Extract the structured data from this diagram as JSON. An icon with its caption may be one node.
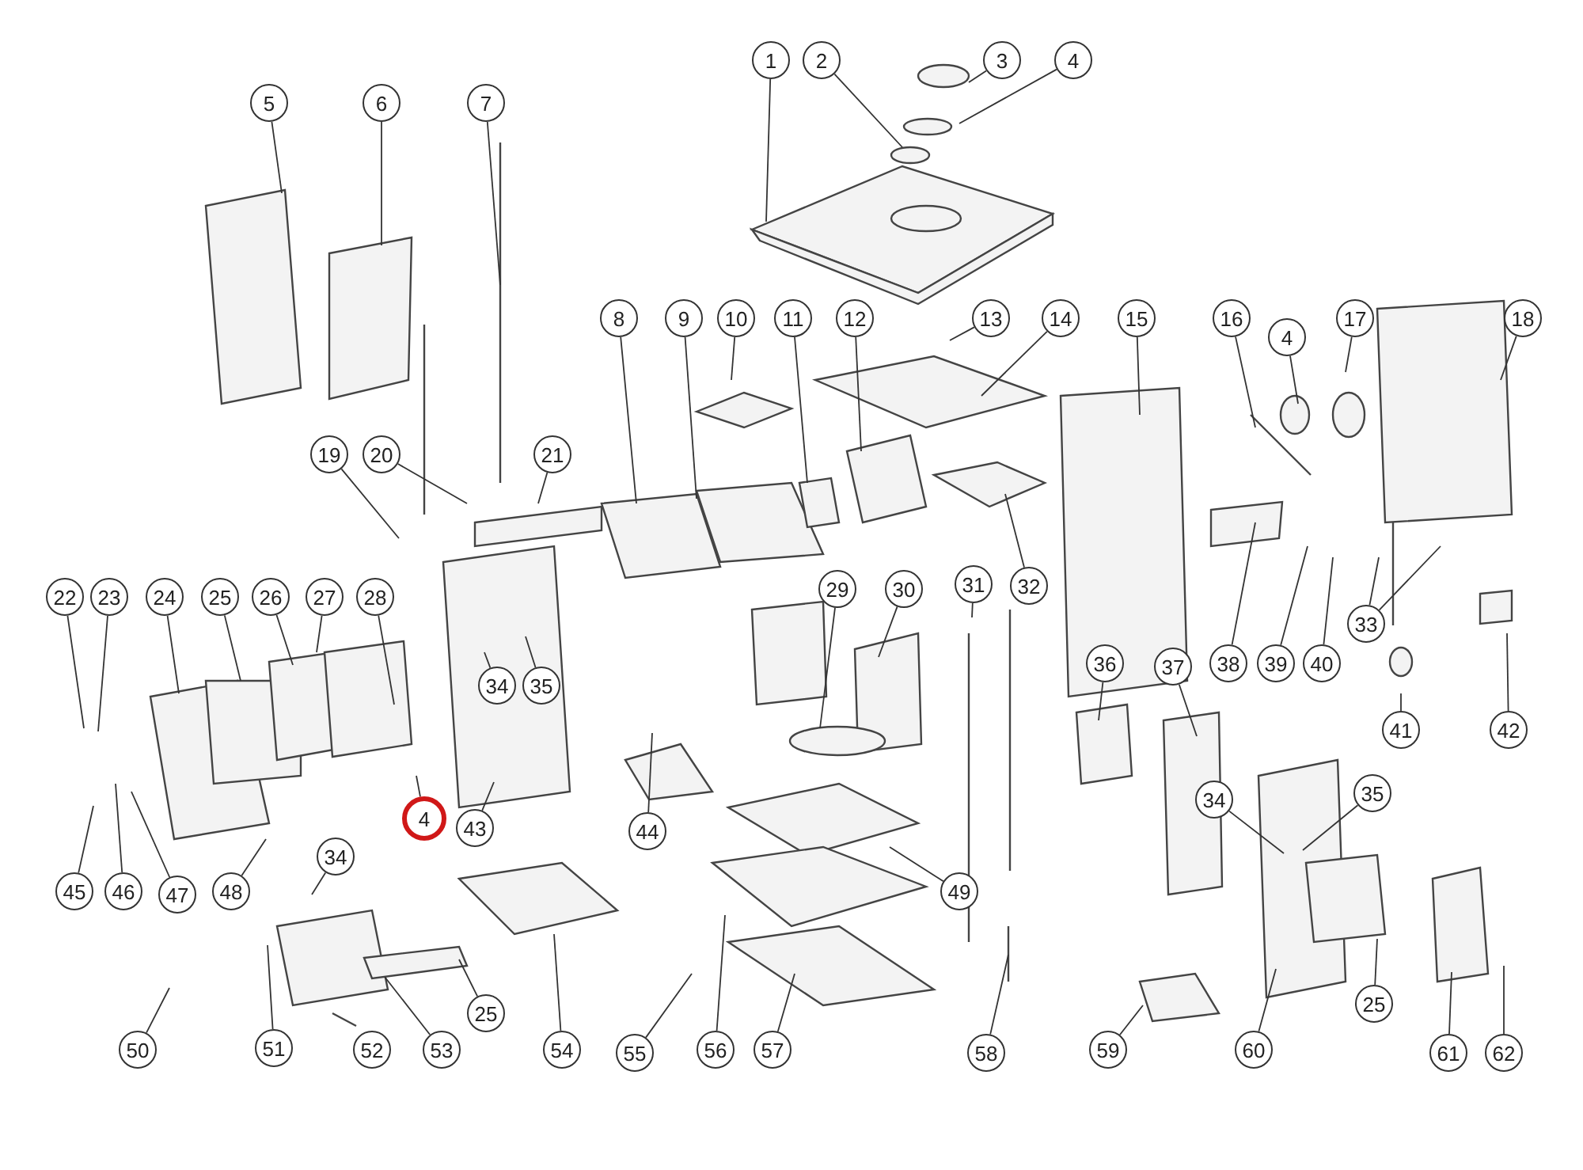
{
  "diagram": {
    "nodes": [
      {
        "text": [
          "1"
        ]
      },
      {
        "text": [
          "2"
        ]
      },
      {
        "text": [
          "3"
        ]
      },
      {
        "text": [
          "4"
        ]
      },
      {
        "text": [
          "5"
        ]
      },
      {
        "text": [
          "6"
        ]
      },
      {
        "text": [
          "7"
        ]
      },
      {
        "text": [
          "8"
        ]
      },
      {
        "text": [
          "9"
        ]
      },
      {
        "text": [
          "10"
        ]
      },
      {
        "text": [
          "11"
        ]
      },
      {
        "text": [
          "12"
        ]
      },
      {
        "text": [
          "13"
        ]
      },
      {
        "text": [
          "14"
        ]
      },
      {
        "text": [
          "15"
        ]
      },
      {
        "text": [
          "16"
        ]
      },
      {
        "text": [
          "4"
        ]
      },
      {
        "text": [
          "17"
        ]
      },
      {
        "text": [
          "18"
        ]
      },
      {
        "text": [
          "19"
        ]
      },
      {
        "text": [
          "20"
        ]
      },
      {
        "text": [
          "21"
        ]
      },
      {
        "text": [
          "22"
        ]
      },
      {
        "text": [
          "23"
        ]
      },
      {
        "text": [
          "24"
        ]
      },
      {
        "text": [
          "25"
        ]
      },
      {
        "text": [
          "26"
        ]
      },
      {
        "text": [
          "27"
        ]
      },
      {
        "text": [
          "28"
        ]
      },
      {
        "text": [
          "29"
        ]
      },
      {
        "text": [
          "30"
        ]
      },
      {
        "text": [
          "31"
        ]
      },
      {
        "text": [
          "32"
        ]
      },
      {
        "text": [
          "33"
        ]
      },
      {
        "text": [
          "38"
        ]
      },
      {
        "text": [
          "39"
        ]
      },
      {
        "text": [
          "40"
        ]
      },
      {
        "text": [
          "34"
        ]
      },
      {
        "text": [
          "35"
        ]
      },
      {
        "text": [
          "36"
        ]
      },
      {
        "text": [
          "37"
        ]
      },
      {
        "text": [
          "41"
        ]
      },
      {
        "text": [
          "42"
        ]
      },
      {
        "text": [
          "4"
        ]
      },
      {
        "text": [
          "43"
        ]
      },
      {
        "text": [
          "44"
        ]
      },
      {
        "text": [
          "49"
        ]
      },
      {
        "text": [
          "34"
        ]
      },
      {
        "text": [
          "35"
        ]
      },
      {
        "text": [
          "45"
        ]
      },
      {
        "text": [
          "46"
        ]
      },
      {
        "text": [
          "47"
        ]
      },
      {
        "text": [
          "48"
        ]
      },
      {
        "text": [
          "34"
        ]
      },
      {
        "text": [
          "25"
        ]
      },
      {
        "text": [
          "25"
        ]
      },
      {
        "text": [
          "50"
        ]
      },
      {
        "text": [
          "51"
        ]
      },
      {
        "text": [
          "52"
        ]
      },
      {
        "text": [
          "53"
        ]
      },
      {
        "text": [
          "54"
        ]
      },
      {
        "text": [
          "55"
        ]
      },
      {
        "text": [
          "56"
        ]
      },
      {
        "text": [
          "57"
        ]
      },
      {
        "text": [
          "58"
        ]
      },
      {
        "text": [
          "59"
        ]
      },
      {
        "text": [
          "60"
        ]
      },
      {
        "text": [
          "61"
        ]
      },
      {
        "text": [
          "62"
        ]
      }
    ],
    "edges": [
      {
        "from": 0,
        "to": null,
        "arrow": "none"
      },
      {
        "from": 1,
        "to": null,
        "arrow": "none"
      },
      {
        "from": 2,
        "to": null,
        "arrow": "none"
      },
      {
        "from": 3,
        "to": null,
        "arrow": "none"
      },
      {
        "from": 4,
        "to": null,
        "arrow": "none"
      },
      {
        "from": 5,
        "to": null,
        "arrow": "none"
      },
      {
        "from": 6,
        "to": null,
        "arrow": "none"
      },
      {
        "from": 7,
        "to": null,
        "arrow": "none"
      },
      {
        "from": 8,
        "to": null,
        "arrow": "none"
      },
      {
        "from": 9,
        "to": null,
        "arrow": "none"
      },
      {
        "from": 10,
        "to": null,
        "arrow": "none"
      },
      {
        "from": 11,
        "to": null,
        "arrow": "none"
      },
      {
        "from": 12,
        "to": null,
        "arrow": "none"
      },
      {
        "from": 13,
        "to": null,
        "arrow": "none"
      },
      {
        "from": 14,
        "to": null,
        "arrow": "none"
      },
      {
        "from": 15,
        "to": null,
        "arrow": "none"
      },
      {
        "from": 16,
        "to": null,
        "arrow": "none"
      },
      {
        "from": 17,
        "to": null,
        "arrow": "none"
      },
      {
        "from": 18,
        "to": null,
        "arrow": "none"
      },
      {
        "from": 19,
        "to": null,
        "arrow": "none"
      },
      {
        "from": 20,
        "to": null,
        "arrow": "none"
      },
      {
        "from": 21,
        "to": null,
        "arrow": "none"
      },
      {
        "from": 22,
        "to": null,
        "arrow": "none"
      },
      {
        "from": 23,
        "to": null,
        "arrow": "none"
      },
      {
        "from": 24,
        "to": null,
        "arrow": "none"
      },
      {
        "from": 25,
        "to": null,
        "arrow": "none"
      },
      {
        "from": 26,
        "to": null,
        "arrow": "none"
      },
      {
        "from": 27,
        "to": null,
        "arrow": "none"
      },
      {
        "from": 28,
        "to": null,
        "arrow": "none"
      },
      {
        "from": 29,
        "to": null,
        "arrow": "none"
      },
      {
        "from": 30,
        "to": null,
        "arrow": "none"
      },
      {
        "from": 31,
        "to": null,
        "arrow": "none"
      },
      {
        "from": 32,
        "to": null,
        "arrow": "none"
      },
      {
        "from": 33,
        "to": null,
        "arrow": "none"
      },
      {
        "from": 33,
        "to": null,
        "arrow": "none"
      },
      {
        "from": 34,
        "to": null,
        "arrow": "none"
      },
      {
        "from": 35,
        "to": null,
        "arrow": "none"
      },
      {
        "from": 36,
        "to": null,
        "arrow": "none"
      },
      {
        "from": 37,
        "to": null,
        "arrow": "none"
      },
      {
        "from": 38,
        "to": null,
        "arrow": "none"
      },
      {
        "from": 39,
        "to": null,
        "arrow": "none"
      },
      {
        "from": 40,
        "to": null,
        "arrow": "none"
      },
      {
        "from": 41,
        "to": null,
        "arrow": "none"
      },
      {
        "from": 42,
        "to": null,
        "arrow": "none"
      },
      {
        "from": 43,
        "to": null,
        "arrow": "none"
      },
      {
        "from": 44,
        "to": null,
        "arrow": "none"
      },
      {
        "from": 45,
        "to": null,
        "arrow": "none"
      },
      {
        "from": 46,
        "to": null,
        "arrow": "none"
      },
      {
        "from": 47,
        "to": null,
        "arrow": "none"
      },
      {
        "from": 48,
        "to": null,
        "arrow": "none"
      },
      {
        "from": 49,
        "to": null,
        "arrow": "none"
      },
      {
        "from": 50,
        "to": null,
        "arrow": "none"
      },
      {
        "from": 51,
        "to": null,
        "arrow": "none"
      },
      {
        "from": 52,
        "to": null,
        "arrow": "none"
      },
      {
        "from": 53,
        "to": null,
        "arrow": "none"
      },
      {
        "from": 54,
        "to": null,
        "arrow": "none"
      },
      {
        "from": 55,
        "to": null,
        "arrow": "none"
      },
      {
        "from": 56,
        "to": null,
        "arrow": "none"
      },
      {
        "from": 57,
        "to": null,
        "arrow": "none"
      },
      {
        "from": 59,
        "to": null,
        "arrow": "none"
      },
      {
        "from": 60,
        "to": null,
        "arrow": "none"
      },
      {
        "from": 61,
        "to": null,
        "arrow": "none"
      },
      {
        "from": 62,
        "to": null,
        "arrow": "none"
      },
      {
        "from": 63,
        "to": null,
        "arrow": "none"
      },
      {
        "from": 64,
        "to": null,
        "arrow": "none"
      },
      {
        "from": 65,
        "to": null,
        "arrow": "none"
      },
      {
        "from": 66,
        "to": null,
        "arrow": "none"
      },
      {
        "from": 67,
        "to": null,
        "arrow": "none"
      },
      {
        "from": 68,
        "to": null,
        "arrow": "none"
      }
    ]
  }
}
